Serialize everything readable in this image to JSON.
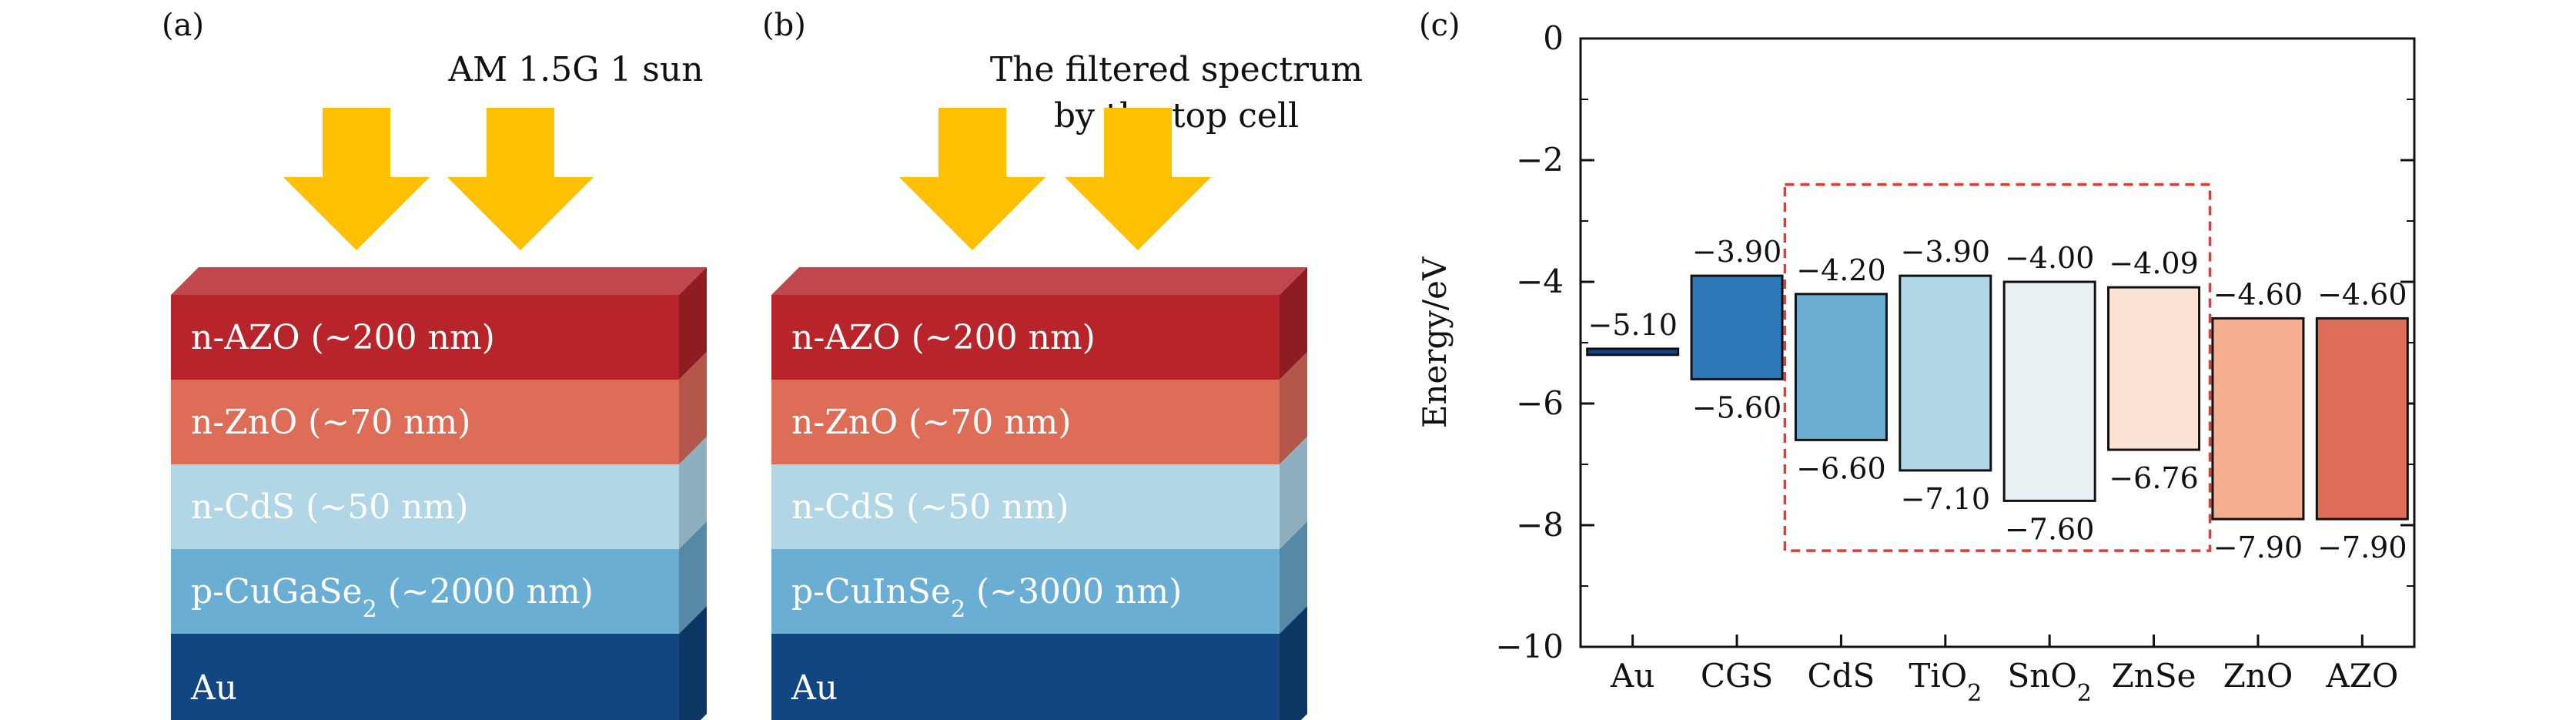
{
  "panels": {
    "a": {
      "label": "(a)",
      "heading": [
        "AM 1.5G 1 sun"
      ],
      "layers": [
        {
          "text": "n-AZO (∼200 nm)",
          "front": "#b7252b",
          "side": "#8e1c22"
        },
        {
          "text": "n-ZnO (∼70 nm)",
          "front": "#de6d58",
          "side": "#b4574b"
        },
        {
          "text": "n-CdS (∼50 nm)",
          "front": "#b1d7e7",
          "side": "#8eafbd"
        },
        {
          "text": "p-CuGaSe",
          "sub": "2",
          "tail": " (∼2000 nm)",
          "front": "#6aaed3",
          "side": "#5589a6"
        },
        {
          "text": "Au",
          "front": "#124682",
          "side": "#0d3664"
        }
      ]
    },
    "b": {
      "label": "(b)",
      "heading": [
        "The filtered spectrum",
        "by the top cell"
      ],
      "layers": [
        {
          "text": "n-AZO (∼200 nm)",
          "front": "#b7252b",
          "side": "#8e1c22"
        },
        {
          "text": "n-ZnO (∼70 nm)",
          "front": "#de6d58",
          "side": "#b4574b"
        },
        {
          "text": "n-CdS (∼50 nm)",
          "front": "#b1d7e7",
          "side": "#8eafbd"
        },
        {
          "text": "p-CuInSe",
          "sub": "2",
          "tail": " (∼3000 nm)",
          "front": "#6aaed3",
          "side": "#5589a6"
        },
        {
          "text": "Au",
          "front": "#124682",
          "side": "#0d3664"
        }
      ]
    },
    "c": {
      "label": "(c)"
    }
  },
  "colors": {
    "arrow": "#fec000",
    "top_face": "#c0474e",
    "highlight_box": "#e03a3a"
  },
  "chart_data": {
    "type": "bar",
    "ylabel": "Energy/eV",
    "ylim": [
      -10,
      0
    ],
    "yticks": [
      0,
      -2,
      -4,
      -6,
      -8,
      -10
    ],
    "ytick_labels": [
      "0",
      "−2",
      "−4",
      "−6",
      "−8",
      "−10"
    ],
    "categories": [
      {
        "name": "Au"
      },
      {
        "name": "CGS"
      },
      {
        "name": "CdS"
      },
      {
        "name": "TiO",
        "sub": "2"
      },
      {
        "name": "SnO",
        "sub": "2"
      },
      {
        "name": "ZnSe"
      },
      {
        "name": "ZnO"
      },
      {
        "name": "AZO"
      }
    ],
    "bands": [
      {
        "top": -5.1,
        "bottom": -5.2,
        "top_label": "−5.10",
        "bottom_label": "",
        "color": "#124682"
      },
      {
        "top": -3.9,
        "bottom": -5.6,
        "top_label": "−3.90",
        "bottom_label": "−5.60",
        "color": "#2f78b7"
      },
      {
        "top": -4.2,
        "bottom": -6.6,
        "top_label": "−4.20",
        "bottom_label": "−6.60",
        "color": "#6aaed3"
      },
      {
        "top": -3.9,
        "bottom": -7.1,
        "top_label": "−3.90",
        "bottom_label": "−7.10",
        "color": "#b1d7e7"
      },
      {
        "top": -4.0,
        "bottom": -7.6,
        "top_label": "−4.00",
        "bottom_label": "−7.60",
        "color": "#e8f0f3"
      },
      {
        "top": -4.09,
        "bottom": -6.76,
        "top_label": "−4.09",
        "bottom_label": "−6.76",
        "color": "#fce2d2"
      },
      {
        "top": -4.6,
        "bottom": -7.9,
        "top_label": "−4.60",
        "bottom_label": "−7.90",
        "color": "#f5ae8e"
      },
      {
        "top": -4.6,
        "bottom": -7.9,
        "top_label": "−4.60",
        "bottom_label": "−7.90",
        "color": "#de6d58"
      }
    ],
    "highlight": {
      "from_category": 2,
      "to_category": 5
    }
  }
}
